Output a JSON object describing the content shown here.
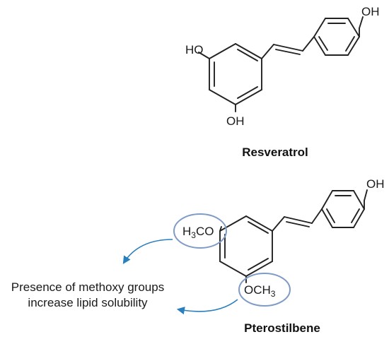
{
  "resveratrol": {
    "name": "Resveratrol",
    "labels": {
      "oh_left": "HO",
      "oh_bottom": "OH",
      "oh_right": "OH"
    }
  },
  "pterostilbene": {
    "name": "Pterostilbene",
    "labels": {
      "methoxy_left_pre": "H",
      "methoxy_left_sub": "3",
      "methoxy_left_post": "CO",
      "methoxy_bottom_pre": "OCH",
      "methoxy_bottom_sub": "3",
      "oh_right": "OH"
    }
  },
  "annotation": {
    "line1": "Presence of methoxy groups",
    "line2": "increase lipid solubility"
  },
  "colors": {
    "bond": "#222222",
    "highlight": "#7f9bc6",
    "arrow": "#2a7fbf"
  }
}
